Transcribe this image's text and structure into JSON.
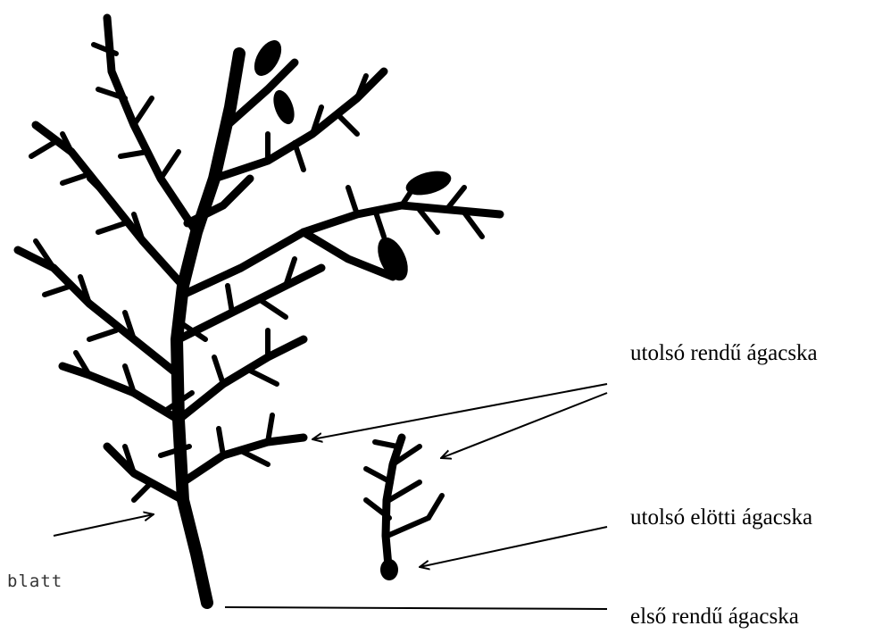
{
  "labels": {
    "last_order_branchlet": "utolsó rendű ágacska",
    "penultimate_branchlet": "utolsó elötti ágacska",
    "first_order_branchlet": "első rendű ágacska",
    "leaf": "blatt"
  },
  "colors": {
    "ink": "#000000",
    "paper": "#ffffff"
  }
}
